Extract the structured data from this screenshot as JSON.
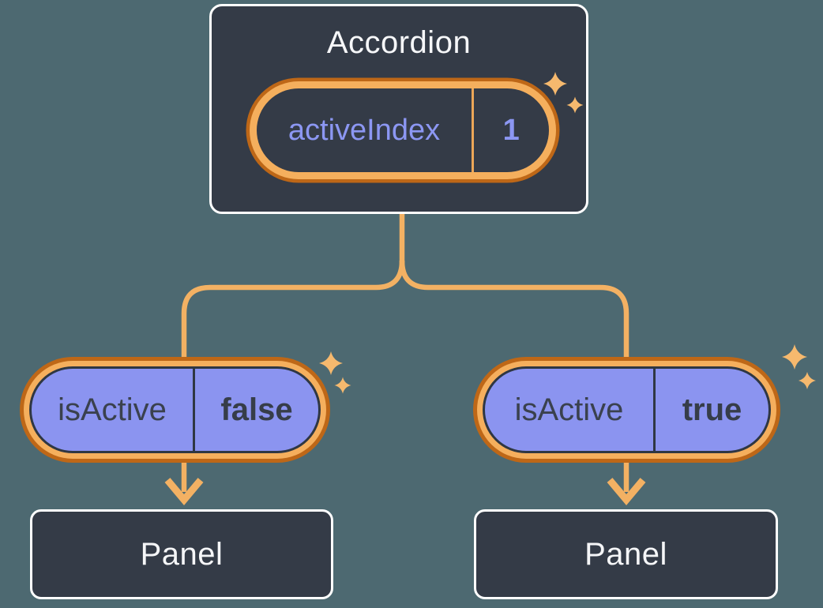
{
  "diagram": {
    "description": "React state tree: Accordion component passing activeIndex state down to two child panels as isActive props",
    "root": {
      "title": "Accordion",
      "state_name": "activeIndex",
      "state_value": "1"
    },
    "children": [
      {
        "prop_name": "isActive",
        "prop_value": "false",
        "panel_label": "Panel"
      },
      {
        "prop_name": "isActive",
        "prop_value": "true",
        "panel_label": "Panel"
      }
    ],
    "colors": {
      "background": "#4D6971",
      "card_fill": "#343B47",
      "card_border": "#FFFFFF",
      "highlight_band_orange": "#F5AF5D",
      "highlight_ring_dark_orange": "#BE6717",
      "connector_orange": "#F3B163",
      "sparkle_orange": "#F6B96E",
      "prop_pill_fill": "#8B94F0",
      "state_text_purple": "#8C97F3",
      "dark_text": "#3A414E",
      "light_text": "#F6F7F9"
    }
  }
}
